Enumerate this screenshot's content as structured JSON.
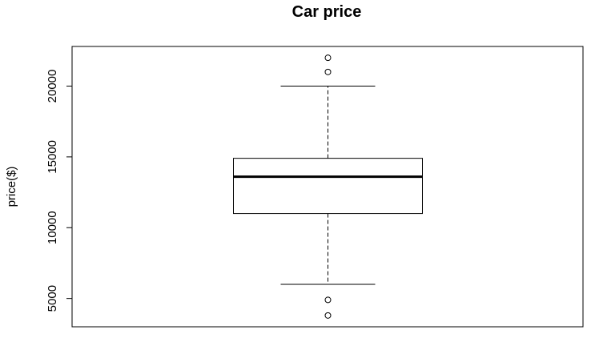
{
  "chart_data": {
    "type": "boxplot",
    "title": "Car price",
    "ylabel": "price($)",
    "xlabel": "",
    "ylim": [
      3000,
      22800
    ],
    "yticks": [
      5000,
      10000,
      15000,
      20000
    ],
    "ytick_labels": [
      "5000",
      "10000",
      "15000",
      "20000"
    ],
    "box": {
      "q1": 11000,
      "median": 13600,
      "q3": 14900,
      "whisker_low": 6000,
      "whisker_high": 20000
    },
    "outliers": [
      3800,
      4900,
      21000,
      22000
    ],
    "grid": false
  }
}
